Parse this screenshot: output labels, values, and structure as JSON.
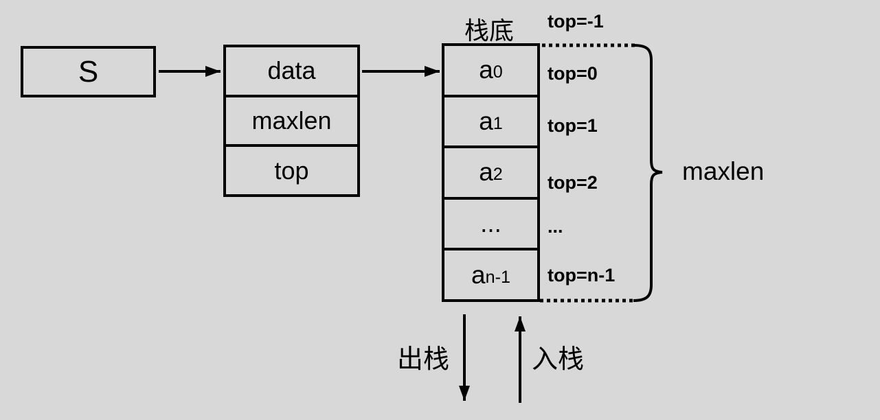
{
  "diagram": {
    "pointer_box": {
      "label": "S"
    },
    "struct_box": {
      "fields": [
        {
          "label": "data"
        },
        {
          "label": "maxlen"
        },
        {
          "label": "top"
        }
      ]
    },
    "stack": {
      "bottom_label": "栈底",
      "cells": [
        {
          "base": "a",
          "sub": "0"
        },
        {
          "base": "a",
          "sub": "1"
        },
        {
          "base": "a",
          "sub": "2"
        },
        {
          "base": "...",
          "sub": ""
        },
        {
          "base": "a",
          "sub": "n-1"
        }
      ],
      "top_labels": [
        {
          "text": "top=-1"
        },
        {
          "text": "top=0"
        },
        {
          "text": "top=1"
        },
        {
          "text": "top=2"
        },
        {
          "text": "..."
        },
        {
          "text": "top=n-1"
        }
      ]
    },
    "brace_label": "maxlen",
    "pop_label": "出栈",
    "push_label": "入栈"
  },
  "colors": {
    "background": "#d8d8d8",
    "stroke": "#000000",
    "text": "#000000"
  }
}
